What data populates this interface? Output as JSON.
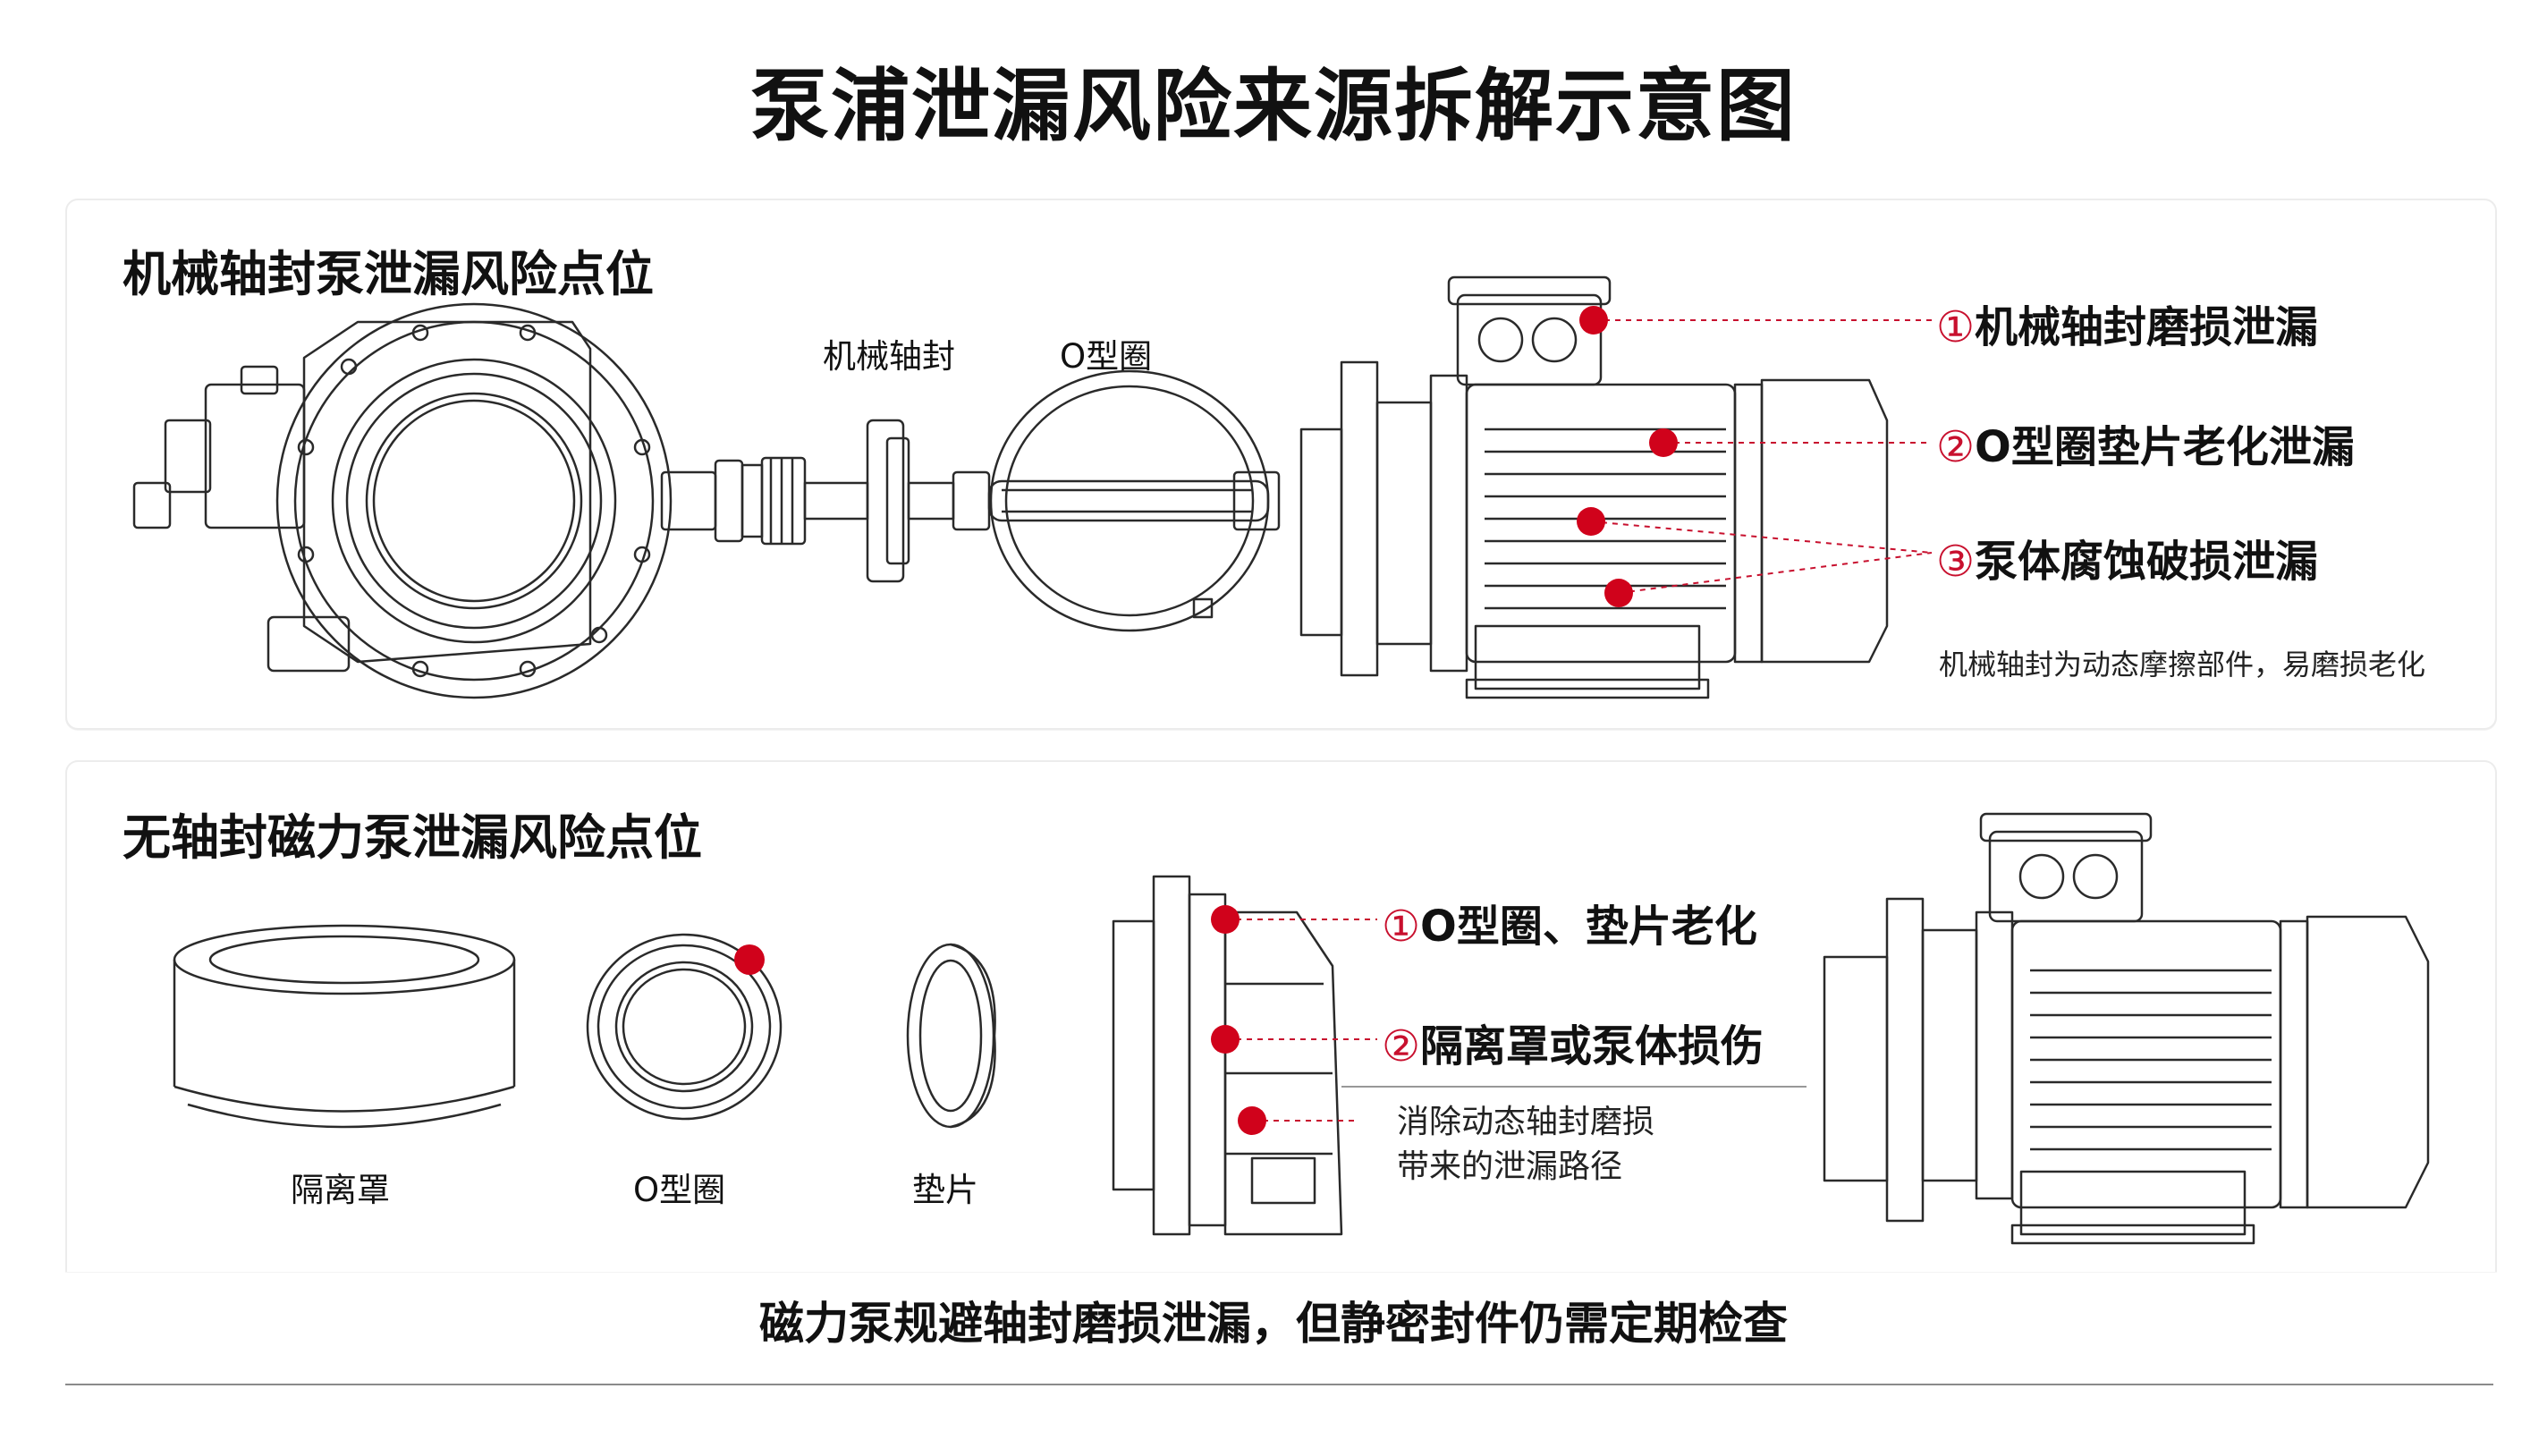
{
  "title": "泵浦泄漏风险来源拆解示意图",
  "top_section": {
    "title": "机械轴封泵泄漏风险点位",
    "part_labels": {
      "seal": "机械轴封",
      "oring": "O型圈"
    },
    "risks": [
      {
        "num": "①",
        "text": "机械轴封磨损泄漏"
      },
      {
        "num": "②",
        "text": "O型圈垫片老化泄漏"
      },
      {
        "num": "③",
        "text": "泵体腐蚀破损泄漏"
      }
    ],
    "note": "机械轴封为动态摩擦部件，易磨损老化"
  },
  "bottom_section": {
    "title": "无轴封磁力泵泄漏风险点位",
    "part_labels": {
      "shroud": "隔离罩",
      "oring": "O型圈",
      "gasket": "垫片"
    },
    "risks": [
      {
        "num": "①",
        "text": "O型圈、垫片老化"
      },
      {
        "num": "②",
        "text": "隔离罩或泵体损伤"
      }
    ],
    "note_line1": "消除动态轴封磨损",
    "note_line2": "带来的泄漏路径"
  },
  "footer": "磁力泵规避轴封磨损泄漏，但静密封件仍需定期检查",
  "colors": {
    "risk_marker": "#d0021b",
    "line": "#2a2a2a",
    "leader": "#c8102e"
  }
}
